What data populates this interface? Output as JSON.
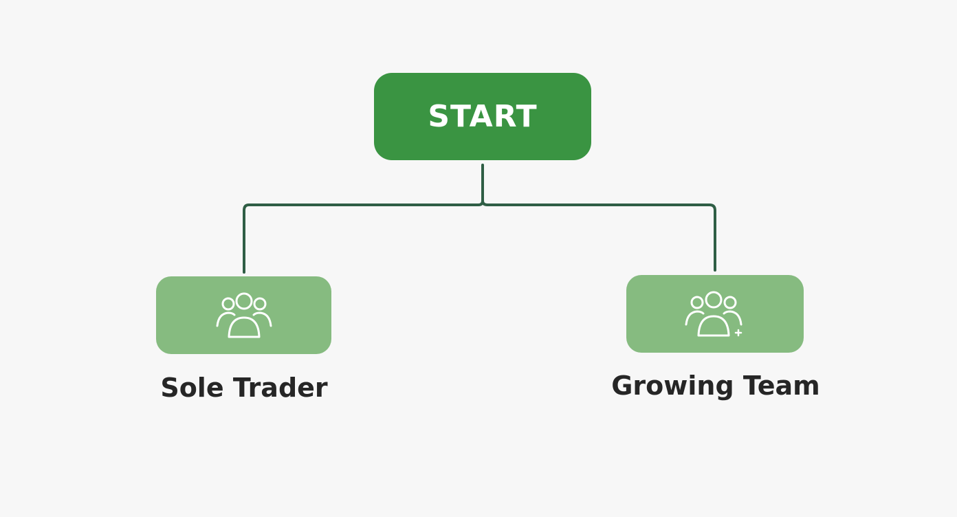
{
  "diagram": {
    "start": {
      "label": "START",
      "color": "#3a9442"
    },
    "options": [
      {
        "label": "Sole Trader",
        "icon": "people-group-icon",
        "color": "#86bb80"
      },
      {
        "label": "Growing Team",
        "icon": "people-group-plus-icon",
        "color": "#86bb80"
      }
    ],
    "connector_color": "#2f5e45"
  }
}
